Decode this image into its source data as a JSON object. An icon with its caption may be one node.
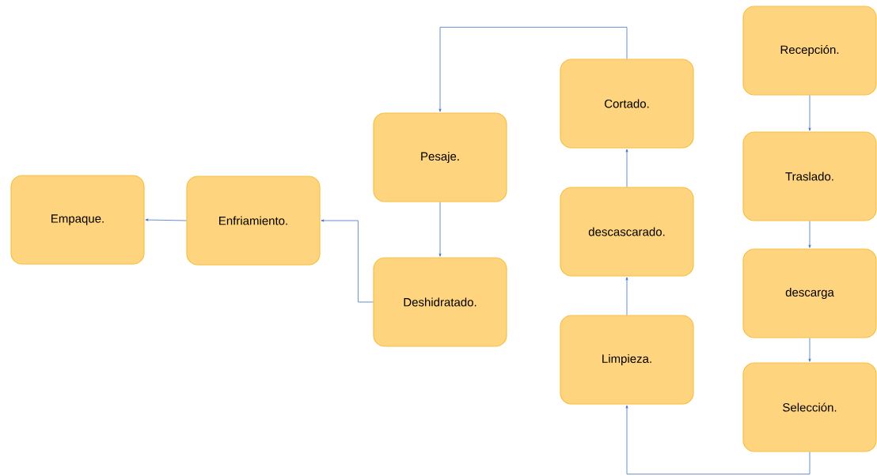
{
  "diagram": {
    "nodes": [
      {
        "text": [
          "Recepción."
        ]
      },
      {
        "text": [
          "Traslado."
        ]
      },
      {
        "text": [
          "descarga"
        ]
      },
      {
        "text": [
          "Selección."
        ]
      },
      {
        "text": [
          "Limpieza."
        ]
      },
      {
        "text": [
          "descascarado."
        ]
      },
      {
        "text": [
          "Cortado."
        ]
      },
      {
        "text": [
          "Pesaje."
        ]
      },
      {
        "text": [
          "Deshidratado."
        ]
      },
      {
        "text": [
          "Enfriamiento."
        ]
      },
      {
        "text": [
          "Empaque."
        ]
      }
    ],
    "edges": [
      {
        "from": 0,
        "to": 1,
        "arrow": "to"
      },
      {
        "from": 1,
        "to": 2,
        "arrow": "to"
      },
      {
        "from": 2,
        "to": 3,
        "arrow": "to"
      },
      {
        "from": 3,
        "to": 4,
        "arrow": "to"
      },
      {
        "from": 4,
        "to": 5,
        "arrow": "to"
      },
      {
        "from": 5,
        "to": 6,
        "arrow": "to"
      },
      {
        "from": 6,
        "to": 7,
        "arrow": "to"
      },
      {
        "from": 7,
        "to": 8,
        "arrow": "to"
      },
      {
        "from": 8,
        "to": 9,
        "arrow": "to"
      },
      {
        "from": 9,
        "to": 10,
        "arrow": "to"
      }
    ]
  }
}
